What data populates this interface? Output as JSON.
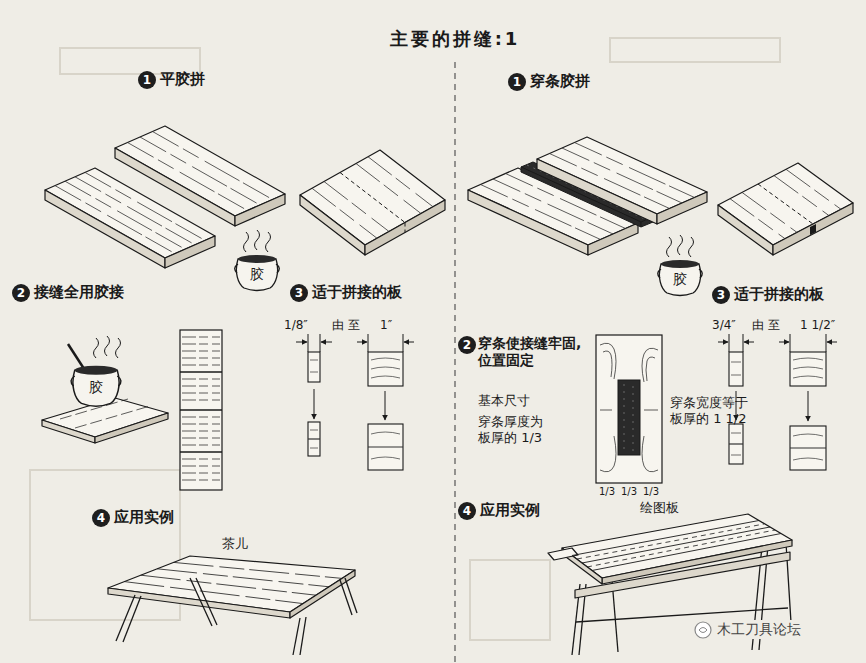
{
  "diagram": {
    "title": "主要的拼缝:1",
    "nodes": [
      {
        "text": [
          "胶"
        ]
      },
      {
        "text": [
          "胶"
        ]
      },
      {
        "text": [
          "胶"
        ]
      }
    ],
    "labels": [
      "1",
      "平胶拼",
      "2",
      "接缝全用胶接",
      "3",
      "适于拼接的板",
      "1/8″",
      "由 至",
      "1″",
      "4",
      "应用实例",
      "茶儿",
      "1",
      "穿条胶拼",
      "3",
      "适于拼接的板",
      "3/4″",
      "由 至",
      "1 1/2″",
      "2",
      "穿条使接缝牢固, 位置固定",
      "基本尺寸",
      "穿条厚度为板厚的 1/3",
      "穿条宽度等于板厚的 1 1/2",
      "1/3",
      "1/3",
      "1/3",
      "4",
      "应用实例",
      "绘图板",
      "木工刀具论坛"
    ]
  }
}
